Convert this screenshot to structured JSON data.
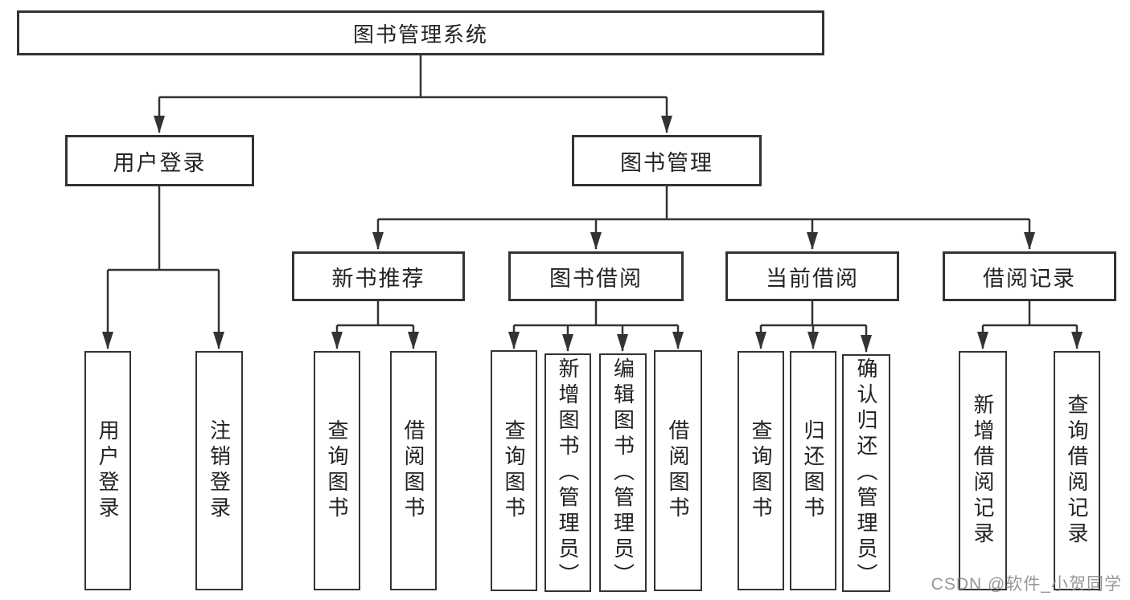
{
  "diagram": {
    "root": {
      "label": "图书管理系统"
    },
    "level2": [
      {
        "label": "用户登录"
      },
      {
        "label": "图书管理"
      }
    ],
    "level3": [
      {
        "label": "新书推荐"
      },
      {
        "label": "图书借阅"
      },
      {
        "label": "当前借阅"
      },
      {
        "label": "借阅记录"
      }
    ],
    "leaves": [
      {
        "label": "用户登录"
      },
      {
        "label": "注销登录"
      },
      {
        "label": "查询图书"
      },
      {
        "label": "借阅图书"
      },
      {
        "label": "查询图书"
      },
      {
        "label": "新增图书（管理员）"
      },
      {
        "label": "编辑图书（管理员）"
      },
      {
        "label": "借阅图书"
      },
      {
        "label": "查询图书"
      },
      {
        "label": "归还图书"
      },
      {
        "label": "确认归还（管理员）"
      },
      {
        "label": "新增借阅记录"
      },
      {
        "label": "查询借阅记录"
      }
    ]
  },
  "watermark": {
    "text": "CSDN @软件_小贺同学"
  },
  "colors": {
    "line": "#333333",
    "box_border": "#333333",
    "text": "#222222",
    "background": "#ffffff",
    "watermark": "#808080"
  }
}
